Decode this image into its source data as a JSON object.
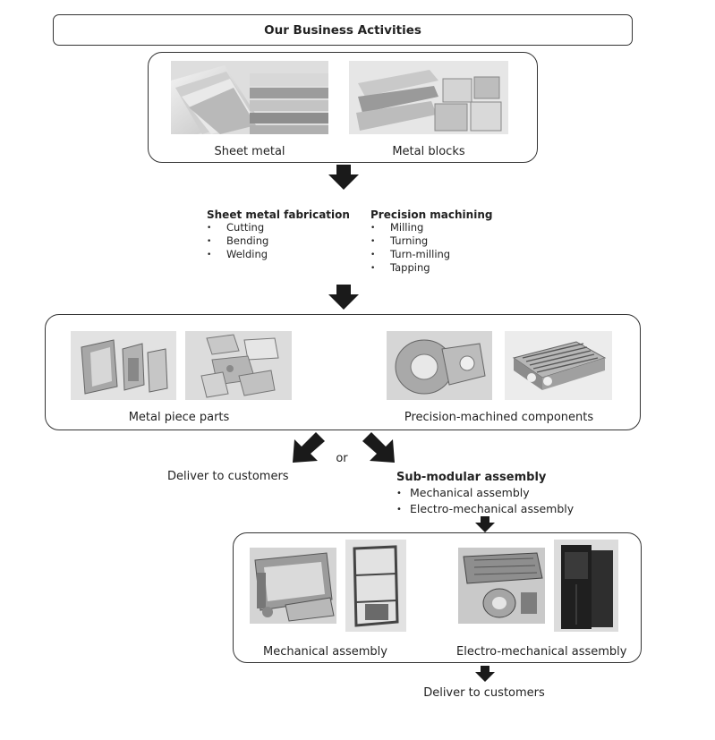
{
  "title": "Our Business Activities",
  "materials": {
    "sheet_metal": "Sheet metal",
    "metal_blocks": "Metal blocks"
  },
  "processes": {
    "sheet_fab": {
      "title": "Sheet metal fabrication",
      "items": [
        "Cutting",
        "Bending",
        "Welding"
      ]
    },
    "precision": {
      "title": "Precision machining",
      "items": [
        "Milling",
        "Turning",
        "Turn-milling",
        "Tapping"
      ]
    }
  },
  "parts": {
    "piece_parts": "Metal piece parts",
    "machined": "Precision-machined components"
  },
  "branch": {
    "or": "or",
    "deliver": "Deliver to customers"
  },
  "submodular": {
    "title": "Sub-modular assembly",
    "items": [
      "Mechanical assembly",
      "Electro-mechanical assembly"
    ]
  },
  "assemblies": {
    "mechanical": "Mechanical assembly",
    "electro": "Electro-mechanical assembly"
  },
  "final": {
    "deliver": "Deliver to customers"
  },
  "colors": {
    "border": "#333333",
    "arrow": "#1a1a1a",
    "photo_light": "#e4e4e4",
    "photo_mid": "#a8a8a8",
    "photo_dark": "#5a5a5a"
  }
}
